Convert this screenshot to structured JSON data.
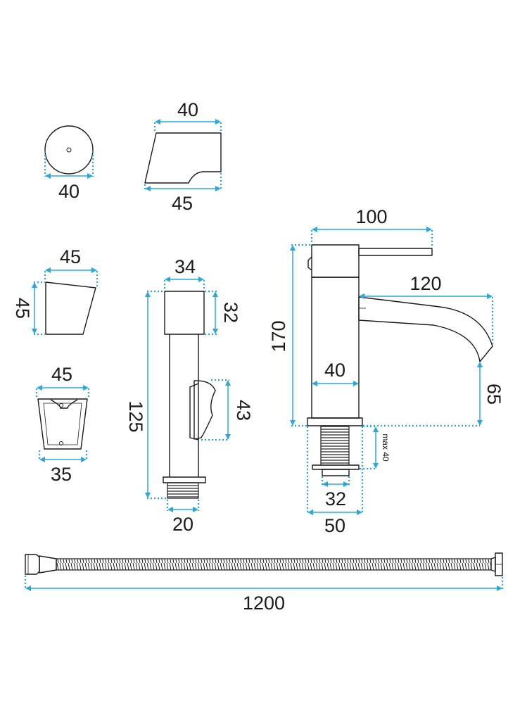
{
  "dimensions": {
    "cap_diameter": "40",
    "handle_top_width": "40",
    "handle_bottom_width": "45",
    "clip_top_width": "45",
    "clip_height": "45",
    "holder_top_width": "45",
    "holder_bottom_width": "35",
    "head_width": "34",
    "head_height": "32",
    "body_height": "125",
    "bracket_height": "43",
    "thread_width": "20",
    "lever_length": "100",
    "spout_reach": "120",
    "tap_height": "170",
    "body_width": "40",
    "spout_height": "65",
    "max_counter": "max 40",
    "shank_diameter": "32",
    "base_diameter": "50",
    "hose_length": "1200"
  }
}
